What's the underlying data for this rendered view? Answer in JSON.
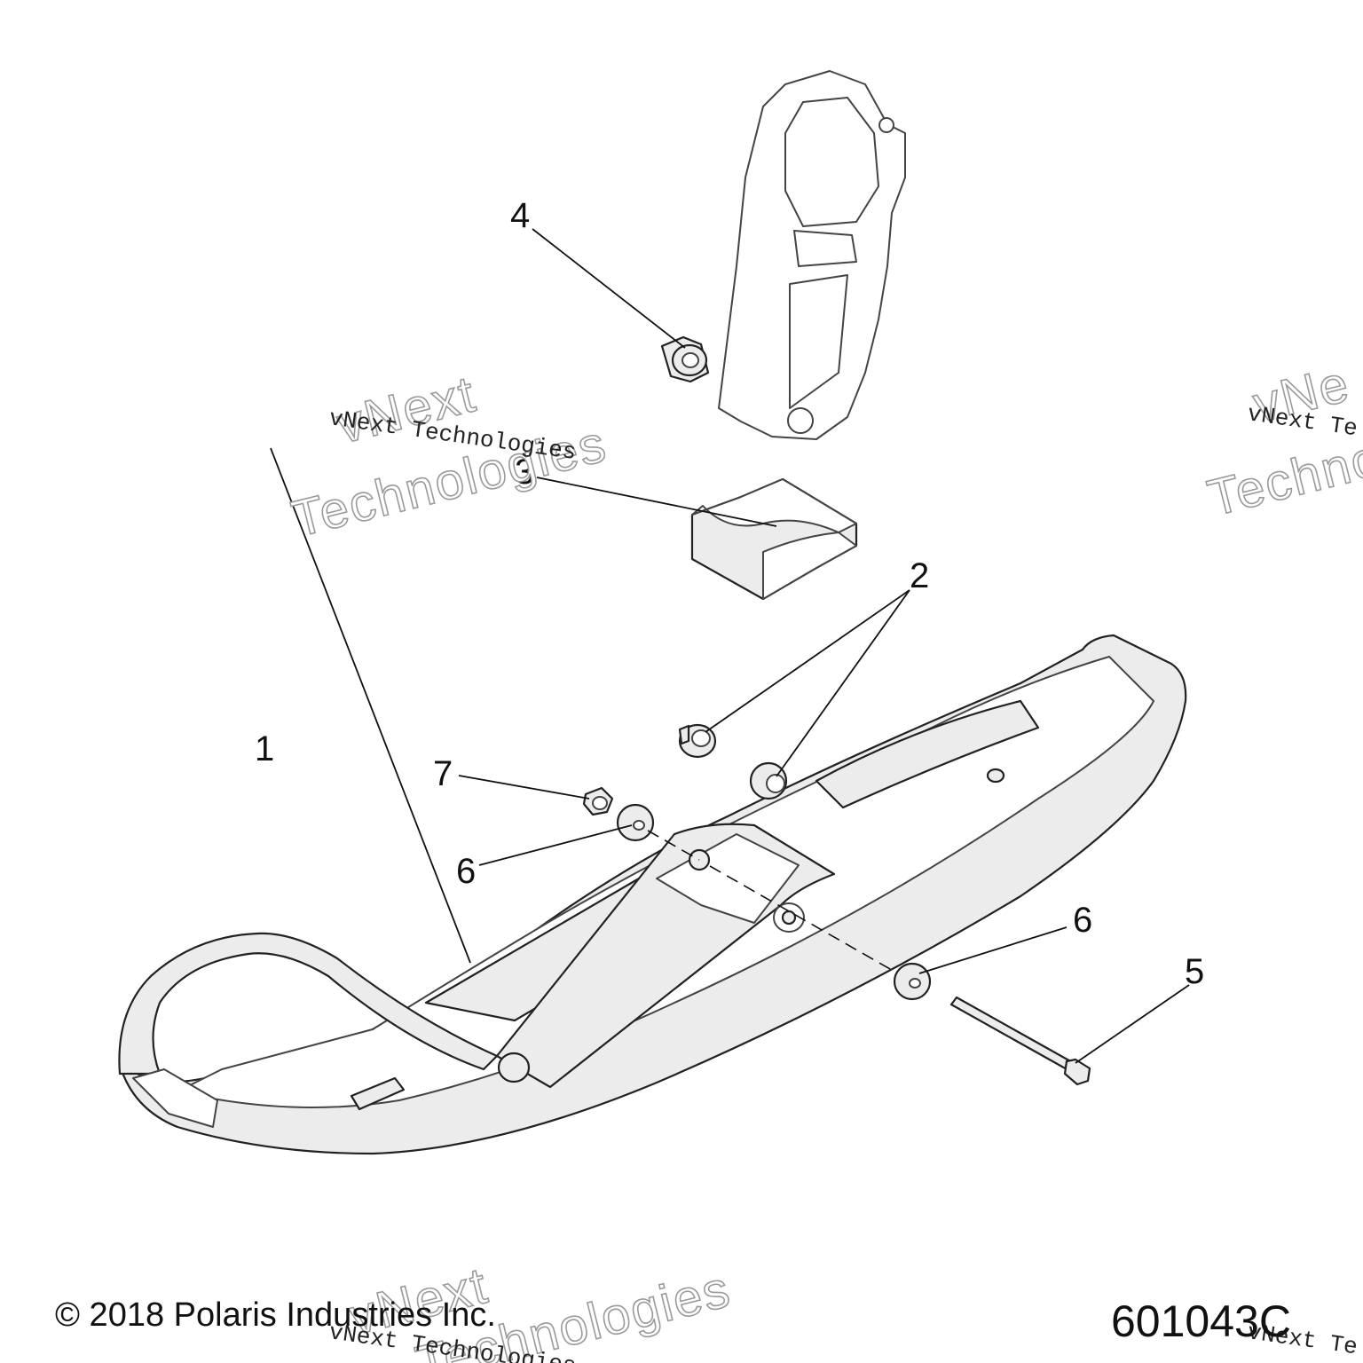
{
  "diagram": {
    "callouts": [
      "1",
      "2",
      "3",
      "4",
      "5",
      "6",
      "6",
      "7"
    ],
    "watermark": {
      "brand_line1": "vNext",
      "brand_line2": "Technologies",
      "small_text": "vNext Technologies",
      "partial_small_text": "vNext Te",
      "partial_brand_line2": "Techno",
      "partial_brand_line1": "vNe"
    },
    "footer": {
      "copyright": "© 2018 Polaris Industries Inc.",
      "diagram_number": "601043C"
    }
  }
}
